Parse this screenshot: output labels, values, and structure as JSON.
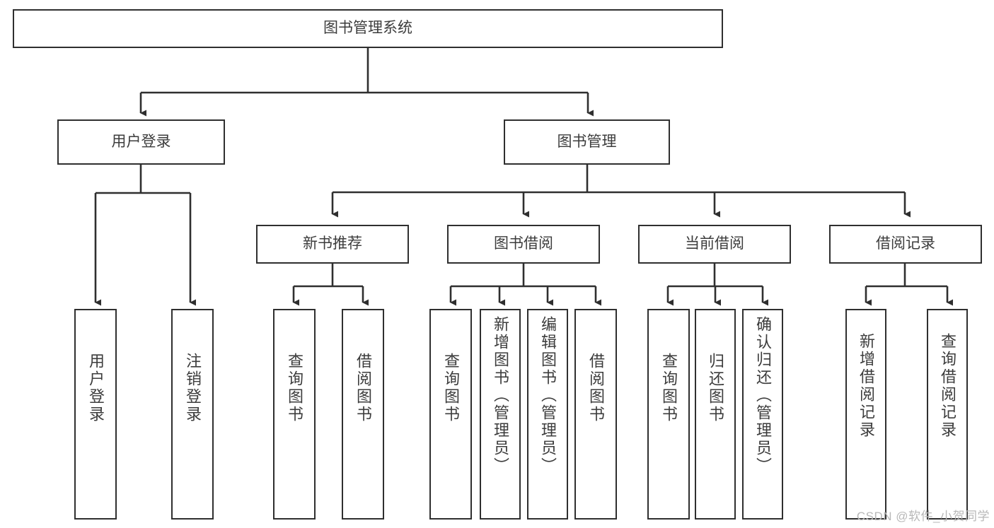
{
  "diagram": {
    "title": "图书管理系统",
    "watermark": "CSDN @软件_小贺同学",
    "line_color": "#2f2f2f",
    "text_color": "#3c3c3c",
    "background": "#ffffff",
    "nodes": {
      "root": "图书管理系统",
      "level2": {
        "user_login": "用户登录",
        "book_manage": "图书管理"
      },
      "level3": {
        "new_book_recommend": "新书推荐",
        "book_borrow": "图书借阅",
        "current_borrow": "当前借阅",
        "borrow_record": "借阅记录"
      },
      "leaves": {
        "user_login_leaf": "用户登录",
        "logout_leaf": "注销登录",
        "query_book_recommend": "查询图书",
        "borrow_book_recommend": "借阅图书",
        "query_book_borrow": "查询图书",
        "add_book_admin": "新增图书（管理员）",
        "edit_book_admin": "编辑图书（管理员）",
        "borrow_book_borrow": "借阅图书",
        "query_book_current": "查询图书",
        "return_book": "归还图书",
        "confirm_return_admin": "确认归还（管理员）",
        "add_borrow_record": "新增借阅记录",
        "query_borrow_record": "查询借阅记录"
      }
    }
  }
}
